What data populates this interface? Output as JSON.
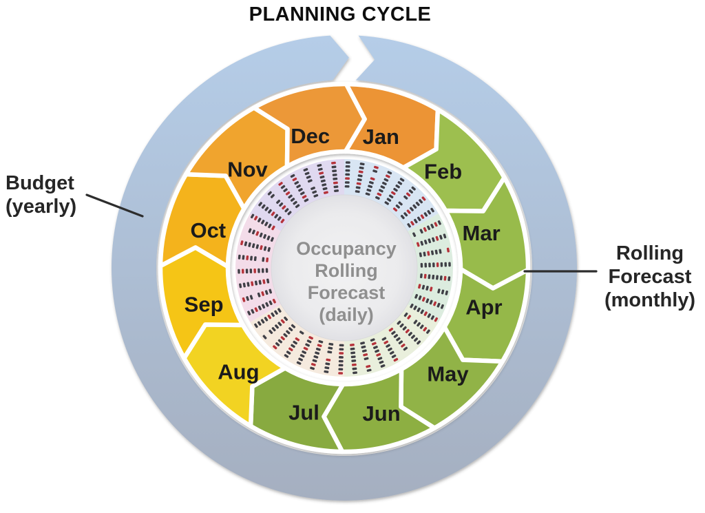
{
  "title": "PLANNING CYCLE",
  "labels": {
    "budget": {
      "lines": [
        "Budget",
        "(yearly)"
      ]
    },
    "rolling": {
      "lines": [
        "Rolling",
        "Forecast",
        "(monthly)"
      ]
    }
  },
  "center": {
    "lines": [
      "Occupancy",
      "Rolling",
      "Forecast",
      "(daily)"
    ]
  },
  "months": [
    {
      "label": "Jan",
      "color": "#EC9434"
    },
    {
      "label": "Feb",
      "color": "#9DBF50"
    },
    {
      "label": "Mar",
      "color": "#98BB4B"
    },
    {
      "label": "Apr",
      "color": "#95B849"
    },
    {
      "label": "May",
      "color": "#91B346"
    },
    {
      "label": "Jun",
      "color": "#8DAF43"
    },
    {
      "label": "Jul",
      "color": "#88AA3F"
    },
    {
      "label": "Aug",
      "color": "#F2D321"
    },
    {
      "label": "Sep",
      "color": "#F5C513"
    },
    {
      "label": "Oct",
      "color": "#F4B31E"
    },
    {
      "label": "Nov",
      "color": "#F0A42D"
    },
    {
      "label": "Dec",
      "color": "#EC9838"
    }
  ],
  "colors": {
    "ring_top": "#B5CDE8",
    "ring_bottom": "#A5AFC0",
    "connector": "#2D2D2D",
    "month_text": "#1B1B1B",
    "center_text": "#8F8F8F",
    "tick_dark": "#3F3F46",
    "tick_red": "#B5323A",
    "sectors": [
      "#D8E5F3",
      "#DCECDF",
      "#E9EFDC",
      "#F5EADE",
      "#F3DCE9",
      "#E0D9F0"
    ]
  }
}
